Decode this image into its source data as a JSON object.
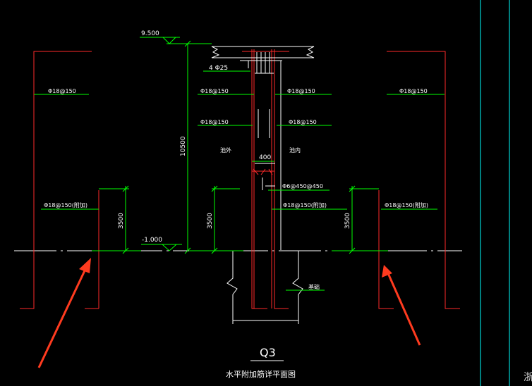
{
  "drawing": {
    "title": "Q3",
    "subtitle": "水平附加筋详平面图",
    "edge_char": "浙",
    "colors": {
      "background": "#000000",
      "wall": "#ff2a2a",
      "dim": "#00ff00",
      "white": "#ffffff",
      "arrow": "#ff3b1f",
      "cyan": "#00ffff"
    }
  },
  "levels": {
    "top": "9.500",
    "bottom": "-1.000"
  },
  "dims": {
    "height_total": "10500",
    "left_3500": "3500",
    "mid_3500": "3500",
    "right_3500": "3500",
    "width_400": "400"
  },
  "labels": {
    "rebar_4d25": "4 Φ25",
    "left_top": "Φ18@150",
    "right_top": "Φ18@150",
    "center_left_1": "Φ18@150",
    "center_right_1": "Φ18@150",
    "center_left_2": "Φ18@150",
    "center_right_2": "Φ18@150",
    "stirrup": "Φ6@450@450",
    "center_right_3": "Φ18@150(附加)",
    "left_bottom": "Φ18@150(附加)",
    "right_bottom": "Φ18@150(附加)",
    "side_left": "池外",
    "side_right": "池内",
    "foundation": "基础"
  }
}
